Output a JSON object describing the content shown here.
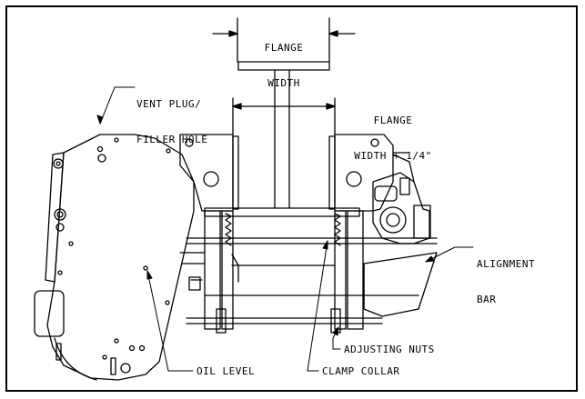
{
  "labels": {
    "flange_width": [
      "FLANGE",
      "WIDTH"
    ],
    "flange_width_plus": [
      "FLANGE",
      "WIDTH + 1/4\""
    ],
    "vent_plug": [
      "VENT PLUG/",
      "FILLER HOLE"
    ],
    "alignment_bar": [
      "ALIGNMENT",
      "BAR"
    ],
    "adjusting_nuts": "ADJUSTING NUTS",
    "oil_level": "OIL LEVEL",
    "clamp_collar": "CLAMP COLLAR"
  },
  "colors": {
    "line": "#000000",
    "background": "#ffffff"
  }
}
